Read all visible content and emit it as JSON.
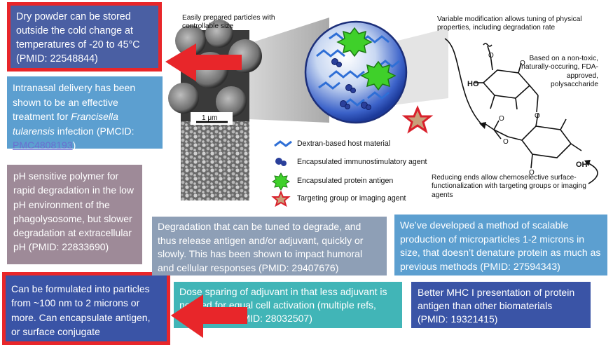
{
  "colors": {
    "red_highlight": "#e8262a",
    "blue_dark": "#3a54a6",
    "blue_light": "#5c9fd0",
    "mauve": "#9e8a98",
    "gray_blue": "#8e9fb6",
    "teal": "#41b5b7"
  },
  "boxes": {
    "dry_powder": "Dry powder can be stored outside the cold change at temperatures of -20 to 45°C (PMID: 22548844)",
    "intranasal_pre": "Intranasal delivery has been shown to be an effective treatment for ",
    "intranasal_em": "Francisella tularensis",
    "intranasal_post": " infection (PMCID: ",
    "intranasal_link": "PMC4808193",
    "intranasal_end": ")",
    "ph_sensitive": "pH sensitive polymer for rapid degradation in the low pH environment of the phagolysosome, but slower degradation at extracellular pH (PMID: 22833690)",
    "formulated": "Can be formulated into particles from ~100 nm to 2 microns or more. Can encapsulate antigen, or surface conjugate",
    "degradation": "Degradation that can be tuned to degrade, and thus release antigen and/or adjuvant, quickly or slowly. This has been shown to impact humoral and cellular responses (PMID: 29407676)",
    "scalable": "We’ve developed a method of scalable production of microparticles 1-2 microns in size, that doesn’t denature protein as much as previous methods (PMID: 27594343)",
    "dose_sparing": "Dose sparing of adjuvant in that less adjuvant is needed for equal cell activation (multiple refs, maybe best, PMID: 28032507)",
    "mhc": "Better MHC I presentation of protein antigen than other biomaterials (PMID: 19321415)"
  },
  "figure": {
    "particles_caption": "Easily prepared particles with controllable size",
    "scale_bar": "1 μm",
    "variable_mod": "Variable modification allows tuning of physical properties, including degradation rate",
    "non_toxic": "Based on a non-toxic, naturally-occuring, FDA-approved, polysaccharide",
    "reducing_ends": "Reducing ends allow chemoselective surface-functionalization with targeting groups or imaging agents",
    "ho_label": "HO",
    "oh_label": "OH",
    "legend": [
      "Dextran-based host material",
      "Encapsulated immunostimulatory agent",
      "Encapsulated protein antigen",
      "Targeting group or imaging agent"
    ]
  }
}
